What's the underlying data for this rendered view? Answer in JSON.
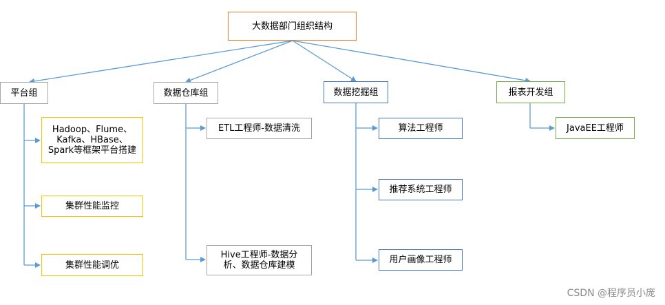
{
  "root": "大数据部门组织结构",
  "groups": [
    {
      "label": "平台组",
      "children": [
        "Hadoop、Flume、Kafka、HBase、Spark等框架平台搭建",
        "集群性能监控",
        "集群性能调优"
      ]
    },
    {
      "label": "数据仓库组",
      "children": [
        "ETL工程师-数据清洗",
        "Hive工程师-数据分析、数据仓库建模"
      ]
    },
    {
      "label": "数据挖掘组",
      "children": [
        "算法工程师",
        "推荐系统工程师",
        "用户画像工程师"
      ]
    },
    {
      "label": "报表开发组",
      "children": [
        "JavaEE工程师"
      ]
    }
  ],
  "watermark": "CSDN @程序员小庞",
  "colors": {
    "connector": "#5b9bd5",
    "root_border": "#ed7d31",
    "platform_border": "#a5a5a5",
    "warehouse_border": "#a5a5a5",
    "mining_border": "#4472c4",
    "report_border": "#70ad47",
    "platform_child_border": "#ffc000",
    "warehouse_child_border": "#a5a5a5",
    "mining_child_border": "#4472c4",
    "report_child_border": "#70ad47"
  }
}
